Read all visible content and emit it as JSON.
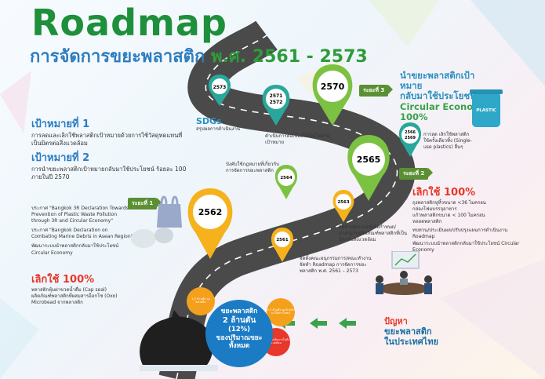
{
  "title": "Roadmap",
  "subtitle_main": "การจัดการขยะพลาสติก",
  "subtitle_years": "พ.ศ. 2561 - 2573",
  "goal1": {
    "heading": "เป้าหมายที่ 1",
    "text": "การลดและเลิกใช้พลาสติกเป้าหมายด้วยการใช้วัสดุทดแทนที่เป็นมิตรต่อสิ่งแวดล้อม"
  },
  "goal2": {
    "heading": "เป้าหมายที่ 2",
    "text": "การนำขยะพลาสติกเป้าหมายกลับมาใช้ประโยชน์ ร้อยละ 100 ภายในปี 2570"
  },
  "phase1_notes": [
    "ประกาศ \"Bangkok 3R Declaration Towards Prevention of Plastic Waste Pollution through 3R and Circular Economy\"",
    "ประกาศ \"Bangkok Declaration on Combating Marine Debris in Asean Region\"",
    "พัฒนาระบบนำพลาสติกกลับมาใช้ประโยชน์ Circular Economy"
  ],
  "stop_left": {
    "heading": "เลิกใช้ 100%",
    "items": [
      "พลาสติกหุ้มฝาขวดน้ำดื่ม (Cap seal)",
      "ผลิตภัณฑ์พลาสติกที่ผสมสารอ็อกโซ (Oxo)",
      "Microbead จากพลาสติก"
    ]
  },
  "stop_right": {
    "heading": "เลิกใช้ 100%",
    "items": [
      "ถุงพลาสติกหูหิ้วขนาด <36 ไมครอน",
      "กล่องโฟมบรรจุอาหาร",
      "แก้วพลาสติกขนาด < 100 ไมครอน",
      "หลอดพลาสติก"
    ],
    "notes": [
      "ทบทวน/ประเมินผล/ปรับปรุงแผนการดำเนินงาน Roadmap",
      "พัฒนาระบบนำพลาสติกกลับมาใช้ประโยชน์ Circular Economy"
    ]
  },
  "sdgs": {
    "heading": "SDGs",
    "text": "สรุปผลการดำเนินงาน"
  },
  "top_right": {
    "line1": "นำขยะพลาสติกเป้าหมาย",
    "line2": "กลับมาใช้ประโยชน์",
    "line3": "Circular Economy",
    "line4": "100%"
  },
  "bin_label": "PLASTIC",
  "note_2566": "การลด เลิกใช้พลาสติกใช้ครั้งเดียวทิ้ง (Single-use plastics) อื่นๆ",
  "note_2572": "ดำเนินการต่อเนื่องให้เป็นไปตามเป้าหมาย",
  "note_2564": "บังคับใช้กฎหมายที่เกี่ยวกับการจัดการขยะพลาสติก",
  "note_2563": "จัดทำหลักเกณฑ์/ข้อกำหนด/มาตรฐานผลิตภัณฑ์พลาสติกที่เป็นมิตรกับสิ่งแวดล้อม",
  "note_2561": "จัดตั้งคณะอนุกรรมการ/คณะทำงาน จัดทำ Roadmap การจัดการขยะพลาสติก พ.ศ. 2561 – 2573",
  "phases": {
    "p1": "ระยะที่ 1",
    "p2": "ระยะที่ 2",
    "p3": "ระยะที่ 3"
  },
  "pins": {
    "y2573": "2573",
    "y2571": "2571",
    "y2572": "2572",
    "y2570": "2570",
    "y2566": "2566",
    "y2569": "2569",
    "y2565": "2565",
    "y2564": "2564",
    "y2563": "2563",
    "y2562": "2562",
    "y2561": "2561"
  },
  "stat": {
    "l1": "ขยะพลาสติก",
    "l2": "2 ล้านตัน",
    "l3": "(12%)",
    "l4": "ของปริมาณขยะ",
    "l5": "ทั้งหมด"
  },
  "mini": {
    "a": "1.5 ล้านตัน ถุงพลาสติก",
    "b": "0.5 ล้านตัน ถูกนำกลับมาใช้ประโยชน์",
    "c": "นำกลับไปจัดการในสิ่งแวดล้อม"
  },
  "problem": {
    "l1": "ปัญหา",
    "l2": "ขยะพลาสติก",
    "l3": "ในประเทศไทย"
  },
  "colors": {
    "title_green": "#1e8f3a",
    "subtitle_blue": "#2e7dbf",
    "road": "#4a4a4a",
    "pin_teal": "#2aa79c",
    "pin_green": "#7cc242",
    "pin_yellow": "#f5b21c",
    "accent_red": "#e8372b"
  }
}
